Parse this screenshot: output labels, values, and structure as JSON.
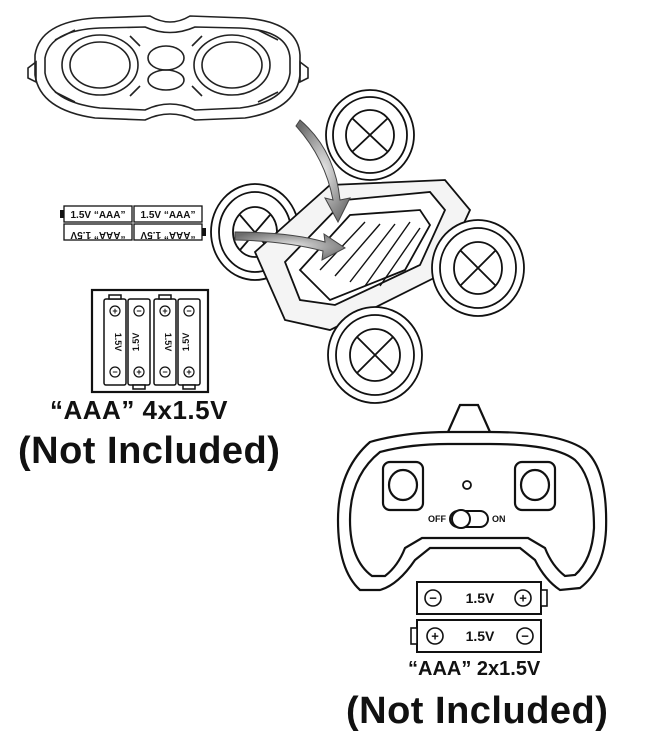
{
  "car_battery": {
    "small_pack": {
      "top_left": "1.5V “AAA”",
      "top_right": "1.5V “AAA”",
      "bottom_left": "“AAA” 1.5V",
      "bottom_right": "“AAA” 1.5V"
    },
    "box_cells": [
      "1.5V",
      "1.5V",
      "1.5V",
      "1.5V"
    ],
    "caption_line1": "“AAA” 4x1.5V",
    "caption_line2": "(Not Included)"
  },
  "remote": {
    "switch_off": "OFF",
    "switch_on": "ON",
    "battery_cells": [
      "1.5V",
      "1.5V"
    ],
    "caption_line1": "“AAA” 2x1.5V",
    "caption_line2": "(Not Included)"
  },
  "icons": {
    "plus": "+",
    "minus": "−"
  }
}
